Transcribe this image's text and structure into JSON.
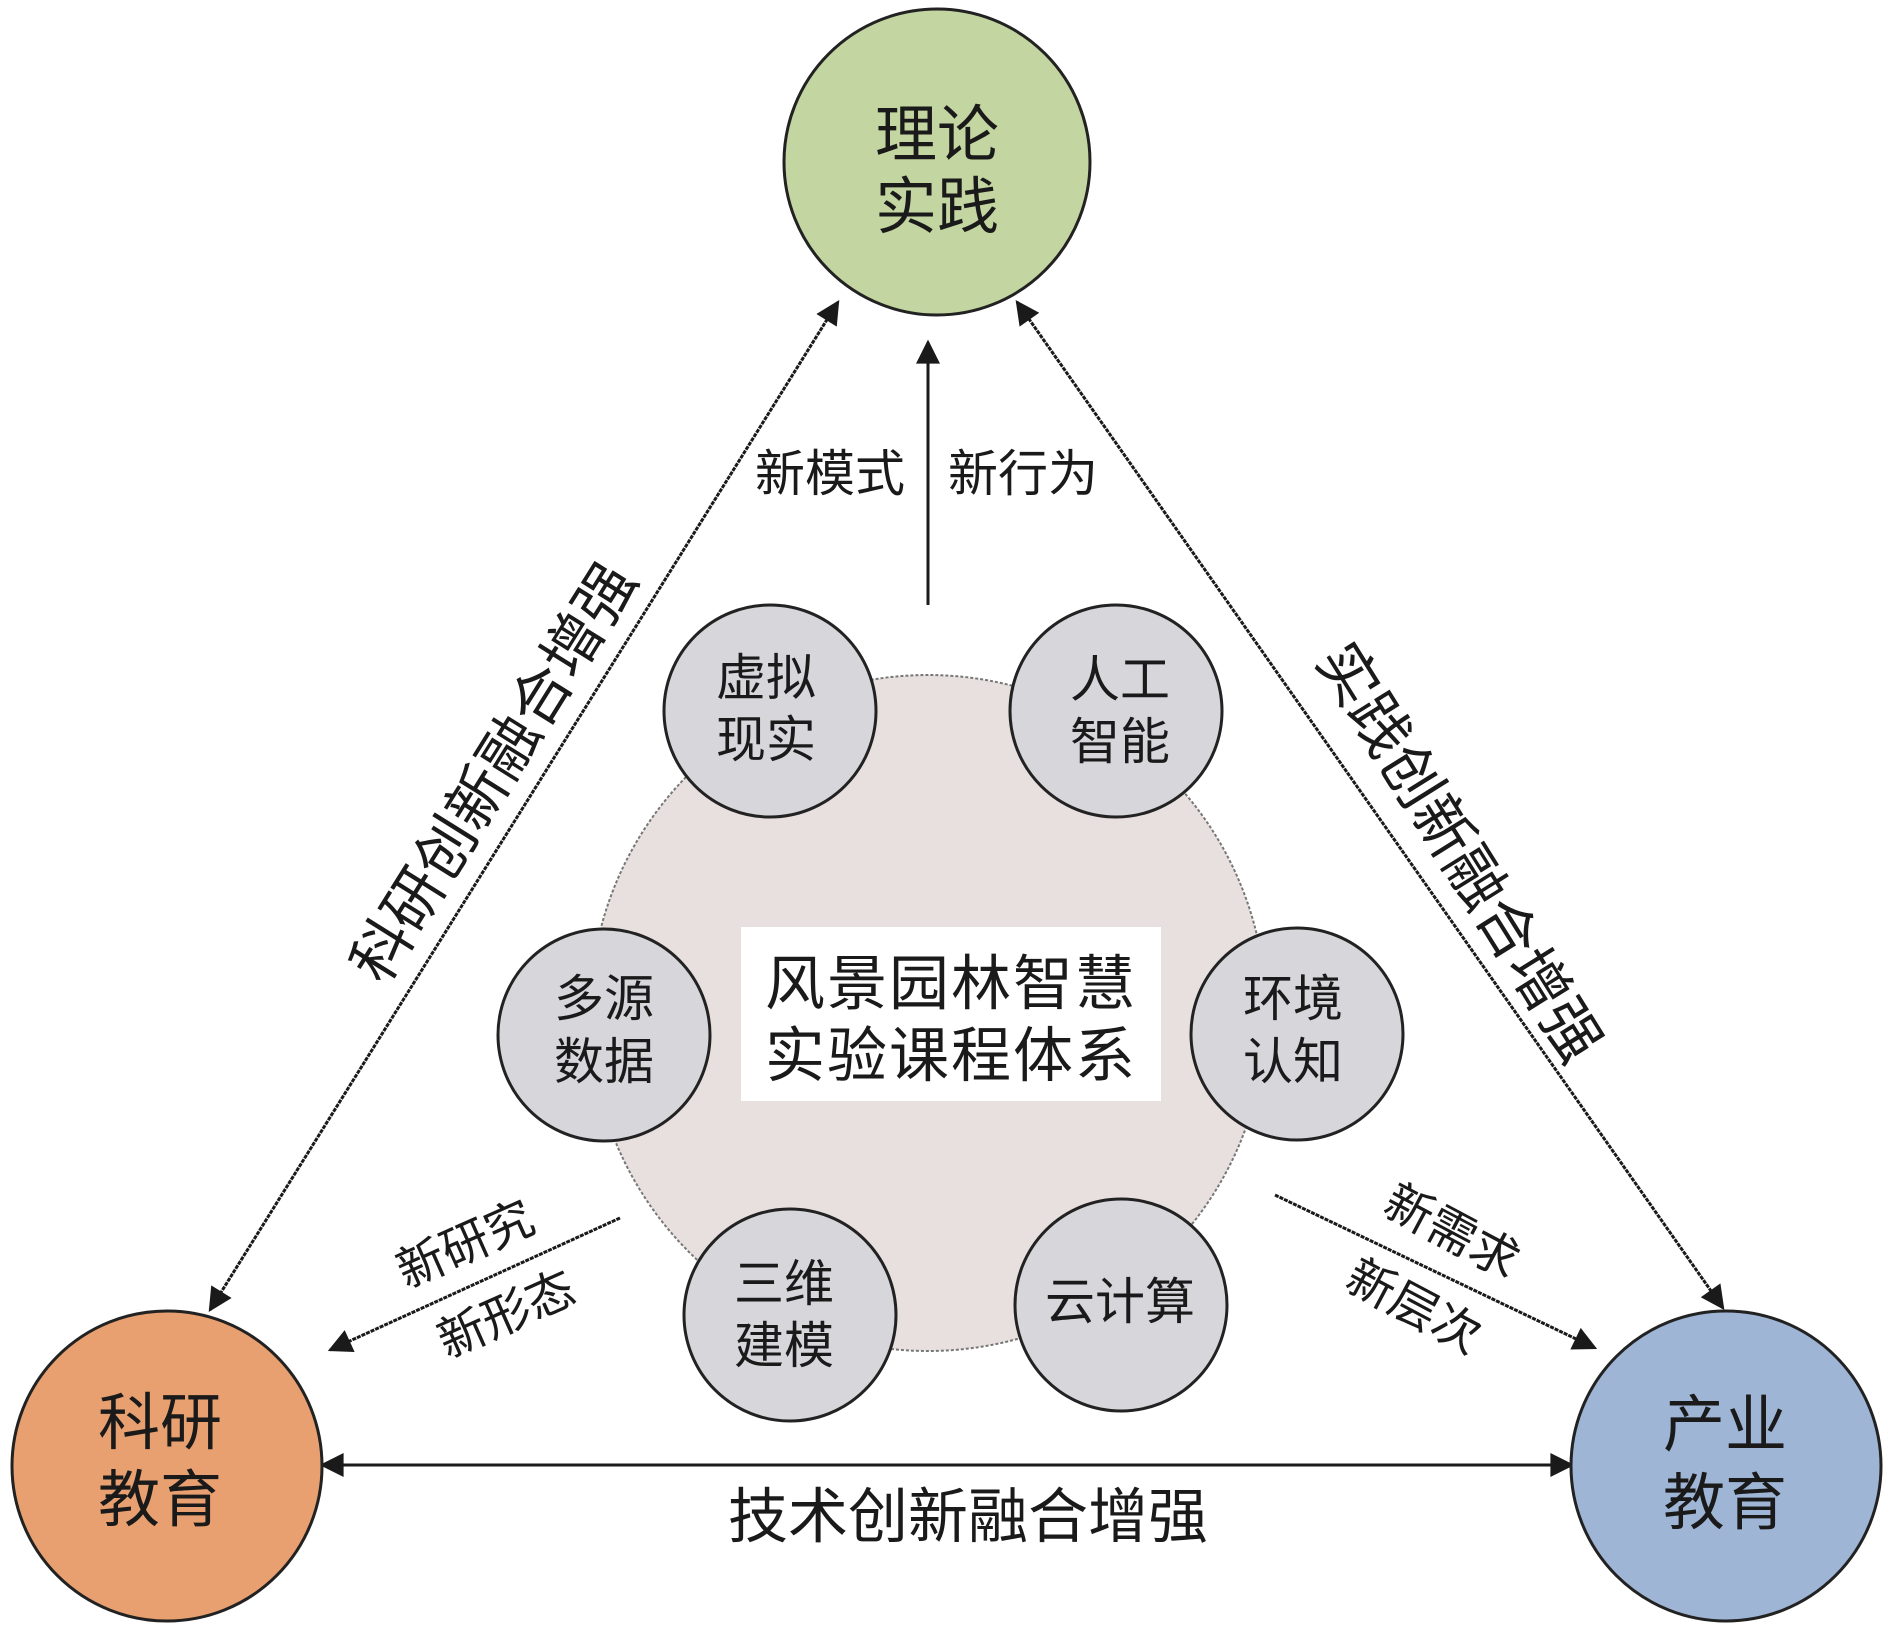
{
  "colors": {
    "theory": "#c3d5a0",
    "research": "#e8a070",
    "industry": "#9fb5d6",
    "core_bg": "#e8e0de",
    "tech_node": "#d6d6db",
    "line": "#1a1a1a",
    "title_box": "#ffffff"
  },
  "main_nodes": {
    "theory": {
      "line1": "理论",
      "line2": "实践"
    },
    "research": {
      "line1": "科研",
      "line2": "教育"
    },
    "industry": {
      "line1": "产业",
      "line2": "教育"
    }
  },
  "core": {
    "line1": "风景园林智慧",
    "line2": "实验课程体系"
  },
  "tech_nodes": [
    {
      "id": "vr",
      "line1": "虚拟",
      "line2": "现实"
    },
    {
      "id": "ai",
      "line1": "人工",
      "line2": "智能"
    },
    {
      "id": "data",
      "line1": "多源",
      "line2": "数据"
    },
    {
      "id": "env",
      "line1": "环境",
      "line2": "认知"
    },
    {
      "id": "3d",
      "line1": "三维",
      "line2": "建模"
    },
    {
      "id": "cloud",
      "line1": "云计算",
      "line2": ""
    }
  ],
  "edges": {
    "left": "科研创新融合增强",
    "right": "实践创新融合增强",
    "bottom": "技术创新融合增强"
  },
  "outputs": {
    "up": {
      "left": "新模式",
      "right": "新行为"
    },
    "left": {
      "line1": "新研究",
      "line2": "新形态"
    },
    "right": {
      "line1": "新需求",
      "line2": "新层次"
    }
  }
}
